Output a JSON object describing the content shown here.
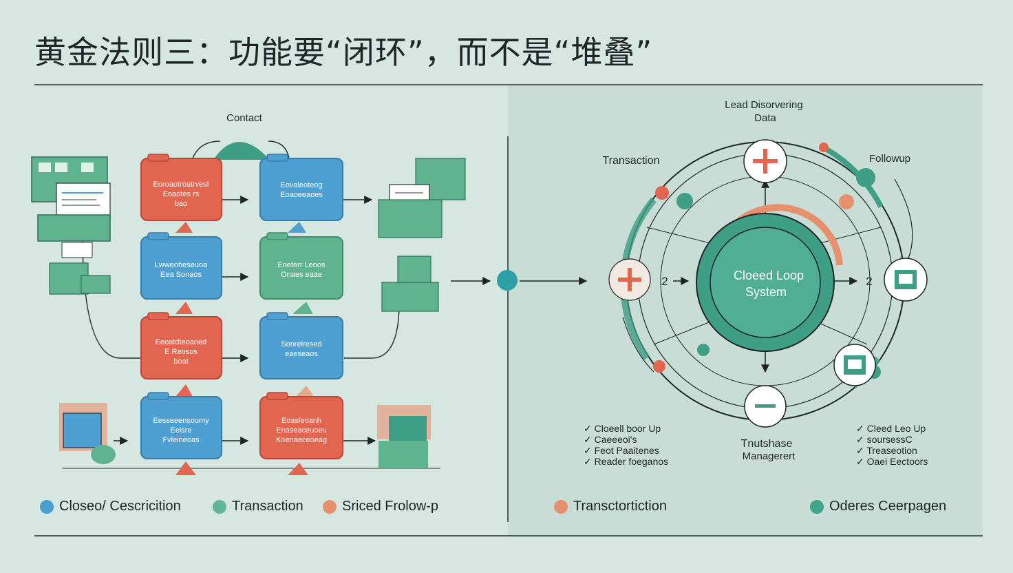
{
  "title": "黄金法则三：功能要“闭环”，而不是“堆叠”",
  "left": {
    "top_label": "Contact",
    "boxes": [
      {
        "lines": [
          "Eoroaotroatrvesl",
          "Eoaotes rs",
          "bao"
        ]
      },
      {
        "lines": [
          "Eovaleoteog",
          "Eoaoeeaoes"
        ]
      },
      {
        "lines": [
          "Lwweoheseuoa",
          "Eea Sonaos"
        ]
      },
      {
        "lines": [
          "Eoeterr Leoos",
          "Onaes eaae"
        ]
      },
      {
        "lines": [
          "Eeoatdteoaned",
          "E Reosos",
          "boat"
        ]
      },
      {
        "lines": [
          "Sonrelresed",
          "eaeseaos"
        ]
      },
      {
        "lines": [
          "Eesseeensoomy",
          "Eeisre",
          "Fvleineoas"
        ]
      },
      {
        "lines": [
          "Eoasleoanh",
          "Enaseaceuoeu",
          "Koenaeceoeag"
        ]
      }
    ]
  },
  "right": {
    "top_label_line1": "Lead Disorvering",
    "top_label_line2": "Data",
    "left_label": "Transaction",
    "right_label": "Followup",
    "center_line1": "Cloeed Loop",
    "center_line2": "System",
    "left_step": "2",
    "right_step": "2",
    "bottom_label_line1": "Tnutshase",
    "bottom_label_line2": "Managerert",
    "checklist_left": [
      "Cloeell boor Up",
      "Caeeeoi's",
      "Feot Paaitenes",
      "Reader foeganos"
    ],
    "checklist_right": [
      "Cleed Leo Up",
      "soursessC",
      "Treaseotion",
      "Oaei Eectoors"
    ]
  },
  "legend": [
    {
      "label": "Closeo/ Cescricition",
      "color": "#4a9fd0"
    },
    {
      "label": "Transaction",
      "color": "#5fb69d"
    },
    {
      "label": "Sriced Frolow-p",
      "color": "#e7906e"
    },
    {
      "label": "Transctortiction",
      "color": "#e7906e"
    },
    {
      "label": "Oderes Ceerpagen",
      "color": "#3fa58f"
    }
  ],
  "colors": {
    "red": "#e2654f",
    "blue": "#4e9fd2",
    "green": "#5fb38f",
    "teal": "#3e9e86",
    "orange": "#e7906e"
  }
}
